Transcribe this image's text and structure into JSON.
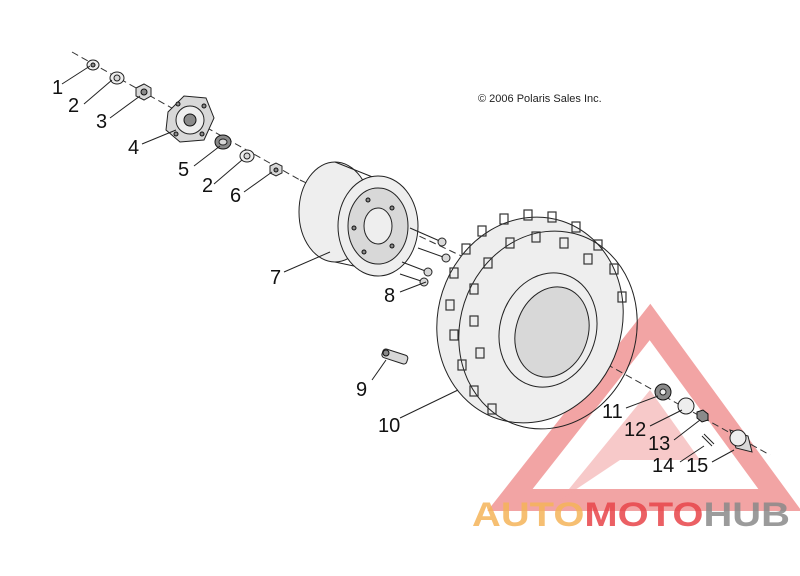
{
  "copyright": "© 2006 Polaris Sales Inc.",
  "callouts": [
    "1",
    "2",
    "3",
    "4",
    "5",
    "2",
    "6",
    "7",
    "8",
    "9",
    "10",
    "11",
    "12",
    "13",
    "14",
    "15"
  ],
  "watermark": {
    "part1": "AUTO",
    "part2": "MOTO",
    "part3": "HUB",
    "color_orange": "#f5b45a",
    "color_red": "#e8454a",
    "color_gray": "#8a8a8a",
    "triangle_color": "#e85a5a"
  }
}
